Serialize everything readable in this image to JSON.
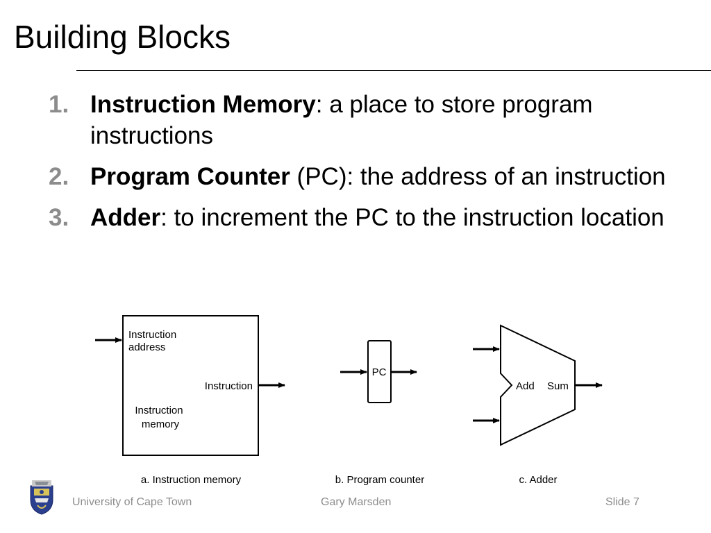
{
  "slide": {
    "title": "Building Blocks",
    "bullets": [
      {
        "num": "1.",
        "term": "Instruction Memory",
        "rest": ": a place to store program instructions"
      },
      {
        "num": "2.",
        "term": "Program Counter",
        "rest": " (PC): the address of an instruction"
      },
      {
        "num": "3.",
        "term": "Adder",
        "rest": ": to increment the PC to the instruction location"
      }
    ]
  },
  "diagram": {
    "imem": {
      "label_addr_line1": "Instruction",
      "label_addr_line2": "address",
      "label_output": "Instruction",
      "label_name_line1": "Instruction",
      "label_name_line2": "memory"
    },
    "pc": {
      "label": "PC"
    },
    "adder": {
      "label_add": "Add",
      "label_sum": "Sum"
    },
    "captions": {
      "a": "a. Instruction memory",
      "b": "b. Program counter",
      "c": "c. Adder"
    }
  },
  "footer": {
    "institution": "University of Cape Town",
    "author": "Gary Marsden",
    "slide_number": "Slide 7"
  },
  "colors": {
    "footer_text": "#8c8c8c",
    "bullet_number": "#8c8c8c",
    "logo_blue": "#2b3f8f",
    "logo_gold": "#d8c25a"
  }
}
